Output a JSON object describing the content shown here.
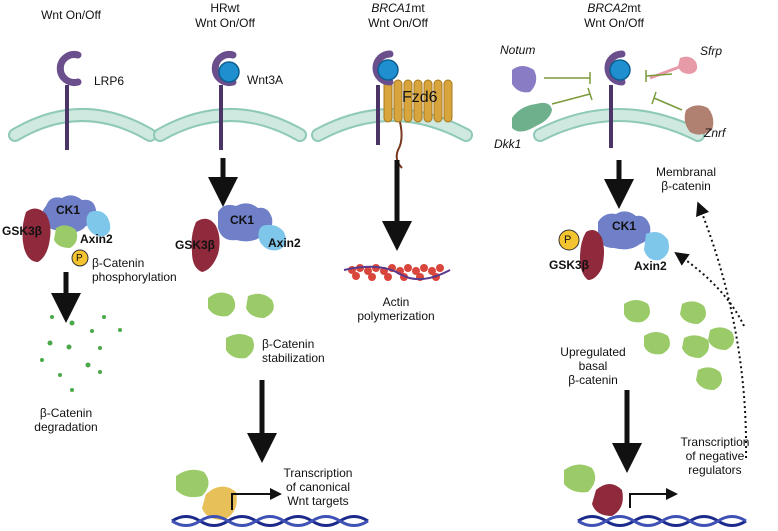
{
  "panel1": {
    "title": "Wnt On/Off",
    "receptor": "LRP6",
    "ck1": "CK1",
    "gsk": "GSK3β",
    "axin": "Axin2",
    "p": "P",
    "phospho": "β-Catenin\nphosphorylation",
    "degradation": "β-Catenin\ndegradation"
  },
  "panel2": {
    "title_line1": "HRwt",
    "title_line2": "Wnt On/Off",
    "ligand": "Wnt3A",
    "ck1": "CK1",
    "gsk": "GSK3β",
    "axin": "Axin2",
    "stabilization": "β-Catenin\nstabilization",
    "transcription": "Transcription\nof canonical\nWnt targets"
  },
  "panel3": {
    "title_gene": "BRCA1",
    "title_suffix": "mt",
    "title_line2": "Wnt On/Off",
    "fzd": "Fzd6",
    "actin": "Actin\npolymerization"
  },
  "panel4": {
    "title_gene": "BRCA2",
    "title_suffix": "mt",
    "title_line2": "Wnt On/Off",
    "notum": "Notum",
    "dkk1": "Dkk1",
    "sfrp": "Sfrp",
    "znrf": "Znrf",
    "membranal": "Membranal\nβ-catenin",
    "p": "P",
    "gsk": "GSK3β",
    "ck1": "CK1",
    "axin": "Axin2",
    "upregulated": "Upregulated\nbasal\nβ-catenin",
    "transcription": "Transcription\nof negative\nregulators"
  },
  "colors": {
    "membrane": "#cfe9e1",
    "membrane_edge": "#8fc9b8",
    "receptor": "#6b4f8c",
    "ligand": "#1f8fd0",
    "ck1": "#6f80c8",
    "gsk": "#8e2a3c",
    "axin": "#7fc7ea",
    "beta_catenin": "#9acb68",
    "phospho_p": "#f4c430",
    "dna": "#1c2a8c",
    "fzd": "#d8a43c",
    "actin": "#d9463c",
    "notum": "#8a7cc4",
    "dkk1": "#6fb08c",
    "sfrp": "#e79aa8",
    "znrf": "#b08070",
    "inhibitor_line": "#7a9a3a"
  }
}
